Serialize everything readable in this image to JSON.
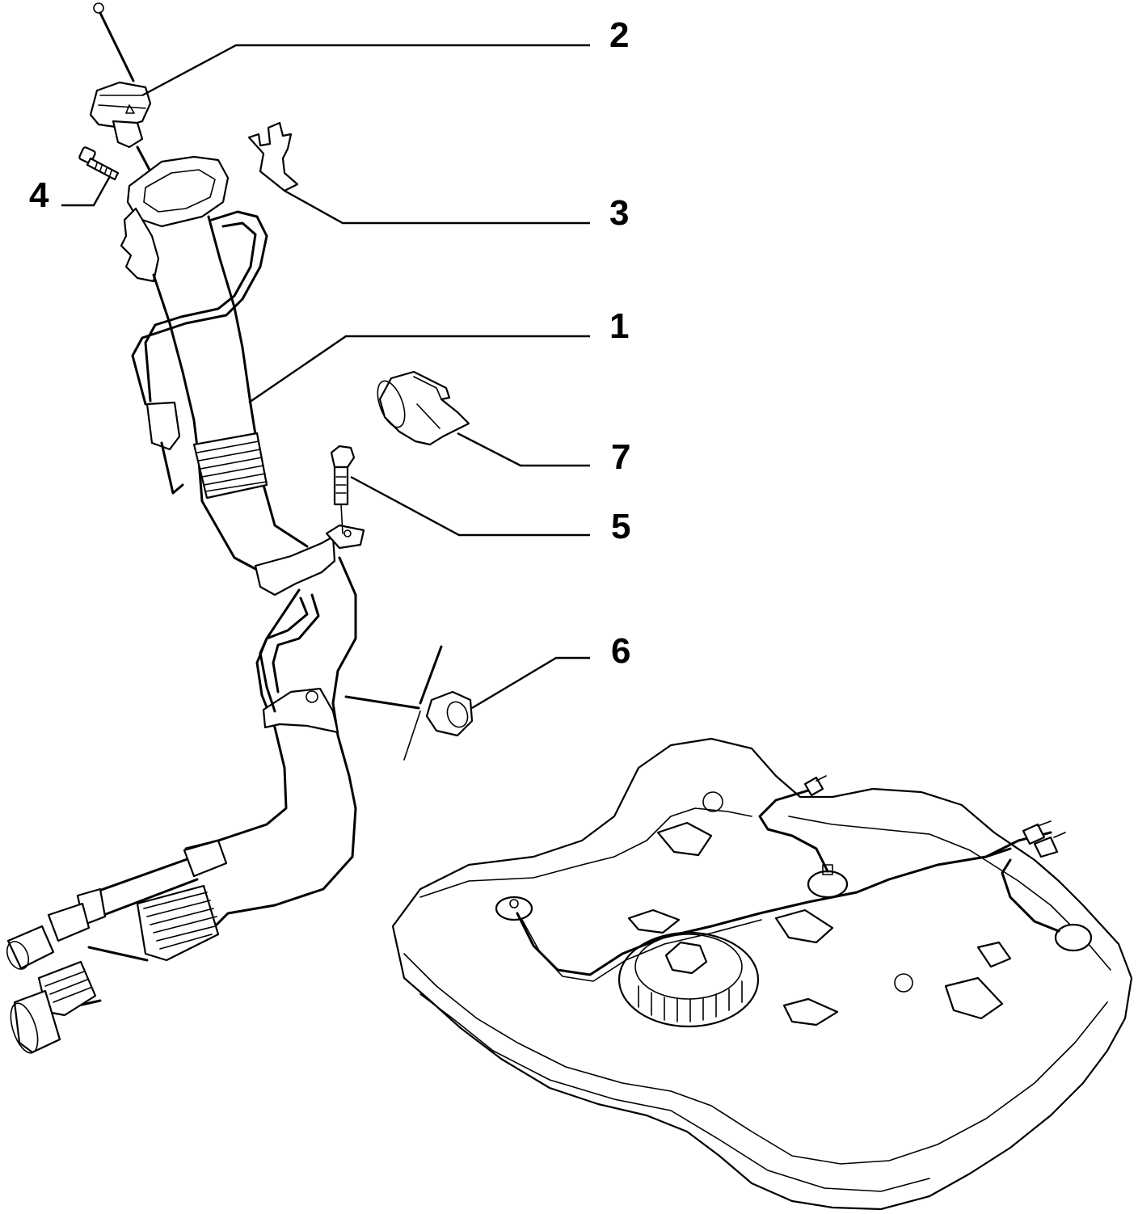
{
  "callouts": [
    {
      "id": "filler-pipe",
      "label": "1"
    },
    {
      "id": "fuel-cap",
      "label": "2"
    },
    {
      "id": "bracket-clip",
      "label": "3"
    },
    {
      "id": "screw",
      "label": "4"
    },
    {
      "id": "bolt",
      "label": "5"
    },
    {
      "id": "nut",
      "label": "6"
    },
    {
      "id": "sleeve",
      "label": "7"
    }
  ]
}
